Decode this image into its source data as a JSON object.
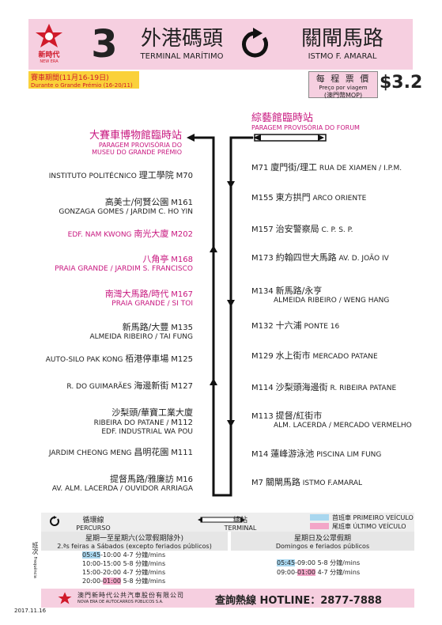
{
  "header": {
    "logo_zh": "新時代",
    "logo_en": "NEW ERA",
    "route_number": "3",
    "from_zh": "外港碼頭",
    "from_pt": "TERMINAL MARÍTIMO",
    "to_zh": "關閘馬路",
    "to_pt": "ISTMO F. AMARAL",
    "icon": "circular-route-icon"
  },
  "race_period": {
    "zh": "賽車期間(11月16-19日)",
    "pt": "Durante o Grande Prémio (16-20/11)"
  },
  "fare": {
    "label_zh": "每 程 票 價",
    "label_pt": "Preço por viagem",
    "currency": "(澳門幣MOP)",
    "price": "$3.2"
  },
  "terminals": {
    "left_zh": "大賽車博物館臨時站",
    "left_pt1": "PARAGEM PROVISÓRIA DO",
    "left_pt2": "MUSEU DO GRANDE PRÉMIO",
    "right_zh": "綜藝館臨時站",
    "right_pt": "PARAGEM PROVISÓRIA DO FORUM"
  },
  "left_stops": [
    {
      "pt": "INSTITUTO POLITÉCNICO",
      "zh": "理工學院",
      "code": "M70",
      "pink": false
    },
    {
      "zh": "高美士/何賢公園",
      "pt": "GONZAGA GOMES / JARDIM C. HO YIN",
      "code": "M161",
      "pink": false
    },
    {
      "pt": "EDF. NAM KWONG",
      "zh": "南光大廈",
      "code": "M202",
      "pink": true
    },
    {
      "zh": "八角亭",
      "pt": "PRAIA GRANDE / JARDIM S. FRANCISCO",
      "code": "M168",
      "pink": true
    },
    {
      "zh": "南灣大馬路/時代",
      "pt": "PRAIA GRANDE / SI TOI",
      "code": "M167",
      "pink": true
    },
    {
      "zh": "新馬路/大豐",
      "pt": "ALMEIDA RIBEIRO / TAI FUNG",
      "code": "M135",
      "pink": false
    },
    {
      "pt": "AUTO-SILO PAK KONG",
      "zh": "栢港停車場",
      "code": "M125",
      "pink": false
    },
    {
      "pt": "R. DO GUIMARÃES",
      "zh": "海邊新街",
      "code": "M127",
      "pink": false
    },
    {
      "zh": "沙梨頭/華寶工業大廈",
      "pt": "RIBEIRA DO PATANE /",
      "pt2": "EDF. INDUSTRIAL WA POU",
      "code": "M112",
      "pink": false
    },
    {
      "pt": "JARDIM CHEONG MENG",
      "zh": "昌明花園",
      "code": "M111",
      "pink": false
    },
    {
      "zh": "提督馬路/雅廉訪",
      "pt": "AV. ALM. LACERDA / OUVIDOR ARRIAGA",
      "code": "M16",
      "pink": false
    }
  ],
  "right_stops": [
    {
      "code": "M71",
      "zh": "廈門街/理工",
      "pt": "RUA DE XIAMEN / I.P.M."
    },
    {
      "code": "M155",
      "zh": "東方拱門",
      "pt": "ARCO ORIENTE"
    },
    {
      "code": "M157",
      "zh": "治安警察局",
      "pt": "C. P. S. P."
    },
    {
      "code": "M173",
      "zh": "約翰四世大馬路",
      "pt": "AV. D. JOÃO IV"
    },
    {
      "code": "M134",
      "zh": "新馬路/永亨",
      "pt": "ALMEIDA RIBEIRO / WENG HANG"
    },
    {
      "code": "M132",
      "zh": "十六浦",
      "pt": "PONTE 16"
    },
    {
      "code": "M129",
      "zh": "水上街市",
      "pt": "MERCADO PATANE"
    },
    {
      "code": "M114",
      "zh": "沙梨頭海邊街",
      "pt": "R. RIBEIRA PATANE"
    },
    {
      "code": "M113",
      "zh": "提督/紅街市",
      "pt": "ALM. LACERDA / MERCADO VERMELHO"
    },
    {
      "code": "M14",
      "zh": "蓮峰游泳池",
      "pt": "PISCINA LIM FUNG"
    },
    {
      "code": "M7",
      "zh": "關閘馬路",
      "pt": "ISTMO F.AMARAL"
    }
  ],
  "legend": {
    "circular_zh": "循環線",
    "circular_pt": "PERCURSO CIRCULAR",
    "terminal_zh": "總站",
    "terminal_pt": "TERMINAL",
    "first_label": "首班車 PRIMEIRO VEÍCULO",
    "last_label": "尾班車 ÚLTIMO VEÍCULO",
    "first_color": "#a9d7ef",
    "last_color": "#f3a6c8"
  },
  "schedule": {
    "side_label_zh": "班次",
    "side_label_pt": "Frequência",
    "weekday_zh": "星期一至星期六(公眾假期除外)",
    "weekday_pt": "2.ªs feiras a Sábados (excepto feriados públicos)",
    "weekday_rows": [
      {
        "time": "05:45-10:00",
        "mins": "4-7 分鐘/mins"
      },
      {
        "time": "10:00-15:00",
        "mins": "5-8 分鐘/mins"
      },
      {
        "time": "15:00-20:00",
        "mins": "4-7 分鐘/mins"
      },
      {
        "time": "20:00-01:00",
        "mins": "5-8 分鐘/mins"
      }
    ],
    "holiday_zh": "星期日及公眾假期",
    "holiday_pt": "Domingos e feriados públicos",
    "holiday_rows": [
      {
        "time": "05:45-09:00",
        "mins": "5-8 分鐘/mins"
      },
      {
        "time": "09:00-01:00",
        "mins": "4-7 分鐘/mins"
      }
    ]
  },
  "footer": {
    "company_zh": "澳門新時代公共汽車股份有限公司",
    "company_pt": "NOVA ERA DE AUTOCARROS PÚBLICOS S.A.",
    "hotline": "查詢熱線 HOTLINE：2877-7888",
    "date": "2017.11.16"
  }
}
